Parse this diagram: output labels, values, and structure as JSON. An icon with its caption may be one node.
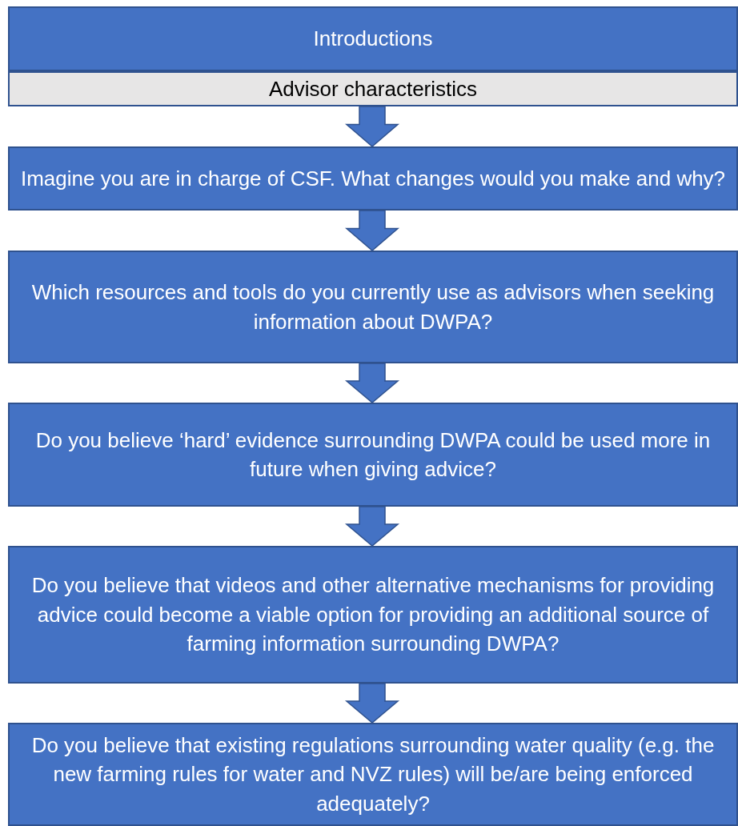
{
  "diagram": {
    "nodes": [
      {
        "text": [
          "Introductions"
        ]
      },
      {
        "text": [
          "Advisor characteristics"
        ]
      },
      {
        "text": [
          "Imagine you are in charge of CSF. What changes would you make and why?"
        ]
      },
      {
        "text": [
          "Which resources and tools do you currently use as advisors when seeking information about DWPA?"
        ]
      },
      {
        "text": [
          "Do you believe ‘hard’ evidence surrounding DWPA could be used more in future when giving advice?"
        ]
      },
      {
        "text": [
          "Do you believe that videos and other alternative mechanisms for providing advice could become a viable option for providing an additional source of farming information surrounding DWPA?"
        ]
      },
      {
        "text": [
          "Do you believe that existing regulations surrounding water quality (e.g. the new farming rules for water and NVZ rules) will be/are being enforced adequately?"
        ]
      }
    ],
    "edges": [
      {
        "from": 1,
        "to": 2,
        "arrow": "to"
      },
      {
        "from": 2,
        "to": 3,
        "arrow": "to"
      },
      {
        "from": 3,
        "to": 4,
        "arrow": "to"
      },
      {
        "from": 4,
        "to": 5,
        "arrow": "to"
      },
      {
        "from": 5,
        "to": 6,
        "arrow": "to"
      }
    ]
  }
}
